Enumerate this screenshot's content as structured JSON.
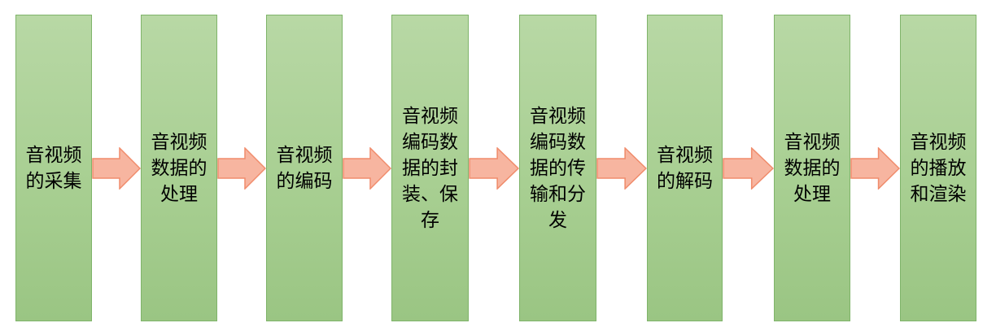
{
  "diagram": {
    "steps": [
      {
        "label": "音视频\n的采集"
      },
      {
        "label": "音视频\n数据的\n处理"
      },
      {
        "label": "音视频\n的编码"
      },
      {
        "label": "音视频\n编码数\n据的封\n装、保\n存"
      },
      {
        "label": "音视频\n编码数\n据的传\n输和分\n发"
      },
      {
        "label": "音视频\n的解码"
      },
      {
        "label": "音视频\n数据的\n处理"
      },
      {
        "label": "音视频\n的播放\n和渲染"
      }
    ],
    "colors": {
      "box_fill": "#a8cf92",
      "box_border": "#7fb46a",
      "arrow_fill": "#f7b5a0",
      "arrow_stroke": "#f08c6c"
    }
  }
}
